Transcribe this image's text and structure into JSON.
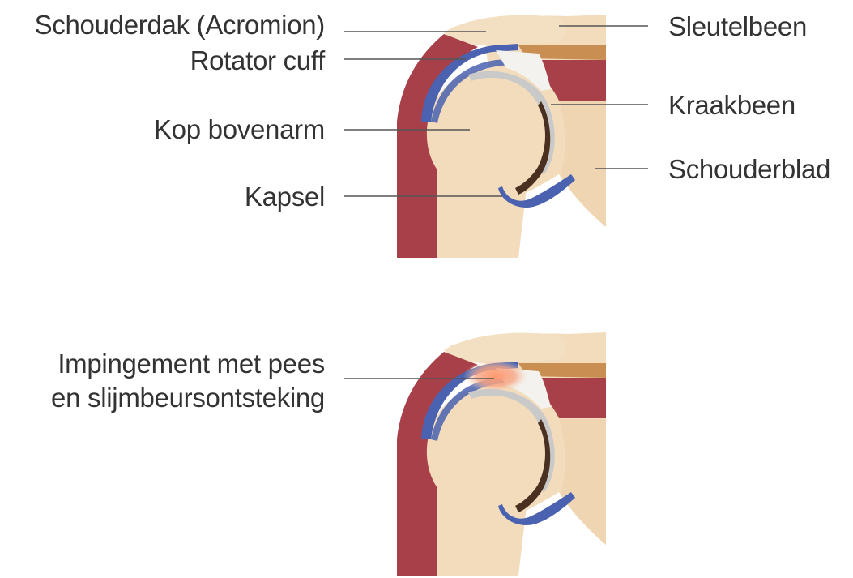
{
  "figure": {
    "top_panel": {
      "labels": {
        "acromion": "Schouderdak (Acromion)",
        "rotator_cuff": "Rotator cuff",
        "humeral_head": "Kop bovenarm",
        "capsule": "Kapsel",
        "clavicle": "Sleutelbeen",
        "coracoid": "Kraakbeen",
        "scapula": "Schouderblad"
      }
    },
    "bottom_panel": {
      "labels": {
        "impingement_line1": "Impingement met pees",
        "impingement_line2": "en slijmbeursontsteking"
      }
    }
  },
  "colors": {
    "bone": "#f2dcbc",
    "bone_shade": "#e8caa2",
    "muscle": "#a8404a",
    "muscle_dark": "#8a2f3a",
    "tendon_blue": "#4a62b0",
    "cartilage": "#c9c9c9",
    "joint_space": "#4a3020",
    "clavicle_band": "#c08a50",
    "tendon_white": "#f4f2ee",
    "inflammation": "#f08a70",
    "label_text": "#333333",
    "leader_line": "#555555"
  }
}
